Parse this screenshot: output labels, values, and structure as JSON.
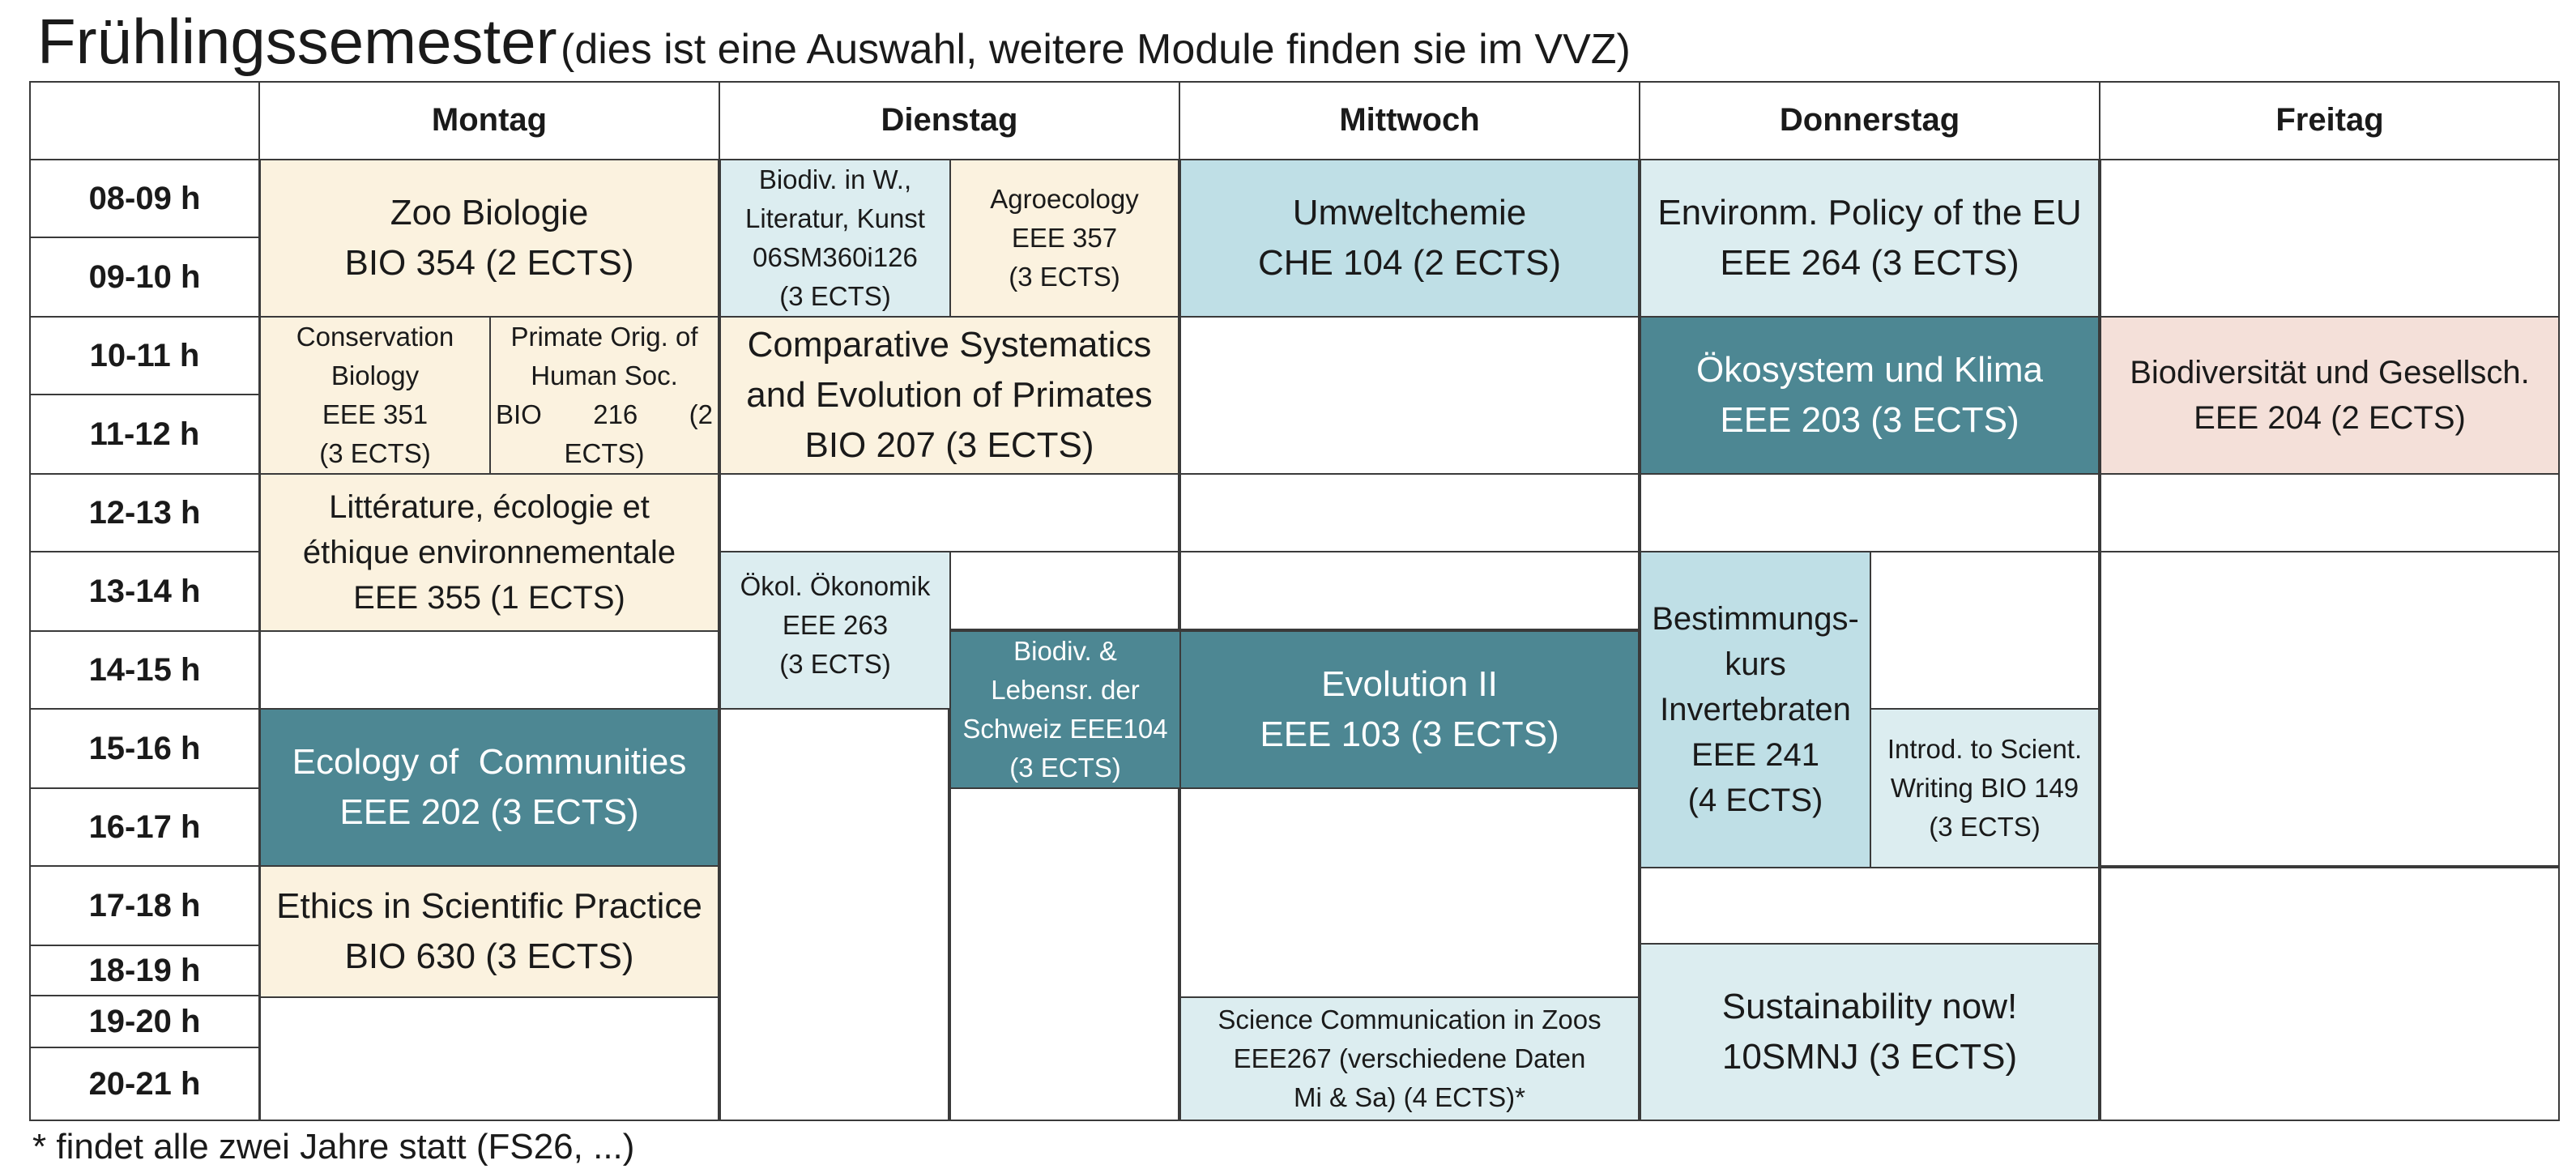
{
  "title": {
    "main": "Frühlingssemester",
    "subtitle": "(dies ist eine Auswahl, weitere Module finden sie im VVZ)"
  },
  "days": [
    "Montag",
    "Dienstag",
    "Mittwoch",
    "Donnerstag",
    "Freitag"
  ],
  "times": [
    "08-09 h",
    "09-10 h",
    "10-11 h",
    "11-12 h",
    "12-13 h",
    "13-14 h",
    "14-15 h",
    "15-16 h",
    "16-17 h",
    "17-18 h",
    "18-19 h",
    "19-20 h",
    "20-21 h"
  ],
  "colors": {
    "cream": "#fbf2df",
    "light_blue": "#dcedf0",
    "mid_blue": "#bfdfe6",
    "dark_teal": "#4d8793",
    "pink": "#f4e0d9"
  },
  "courses": {
    "zoo": [
      "Zoo Biologie",
      "BIO 354 (2 ECTS)"
    ],
    "conservation": [
      "Conservation",
      "Biology",
      "EEE 351",
      "(3 ECTS)"
    ],
    "primate_orig": [
      "Primate Orig. of",
      "Human Soc.",
      "BIO 216 (2",
      "ECTS)"
    ],
    "litterature": [
      "Littérature, écologie et",
      "éthique environnementale",
      "EEE 355 (1 ECTS)"
    ],
    "ecology_comm": [
      "Ecology of  Communities",
      "EEE 202 (3 ECTS)"
    ],
    "ethics": [
      "Ethics in Scientific Practice",
      "BIO 630 (3 ECTS)"
    ],
    "biodiv_w": [
      "Biodiv. in W.,",
      "Literatur, Kunst",
      "06SM360i126",
      "(3 ECTS)"
    ],
    "agroecology": [
      "Agroecology",
      "EEE 357",
      "(3 ECTS)"
    ],
    "comparative": [
      "Comparative Systematics",
      "and Evolution of Primates",
      "BIO 207 (3 ECTS)"
    ],
    "oekol": [
      "Ökol. Ökonomik",
      "EEE 263",
      "(3 ECTS)"
    ],
    "biodiv_leb": [
      "Biodiv. &",
      "Lebensr. der",
      "Schweiz EEE104",
      "(3 ECTS)"
    ],
    "umweltchemie": [
      "Umweltchemie",
      "CHE 104 (2 ECTS)"
    ],
    "evolution": [
      "Evolution II",
      "EEE 103 (3 ECTS)"
    ],
    "scicomm": [
      "Science Communication in Zoos",
      "EEE267 (verschiedene Daten",
      "Mi & Sa) (4 ECTS)*"
    ],
    "policy": [
      "Environm. Policy of the EU",
      "EEE 264 (3 ECTS)"
    ],
    "oekosystem": [
      "Ökosystem und Klima",
      "EEE 203 (3 ECTS)"
    ],
    "bestimmung": [
      "Bestimmungs-",
      "kurs",
      "Invertebraten",
      "EEE 241",
      "(4 ECTS)"
    ],
    "introd": [
      "Introd. to Scient.",
      "Writing BIO 149",
      "(3 ECTS)"
    ],
    "sustainability": [
      "Sustainability now!",
      "10SMNJ (3 ECTS)"
    ],
    "biodiv_ges": [
      "Biodiversität und Gesellsch.",
      "EEE 204 (2 ECTS)"
    ]
  },
  "footnote": "* findet alle zwei Jahre statt (FS26, ...)"
}
